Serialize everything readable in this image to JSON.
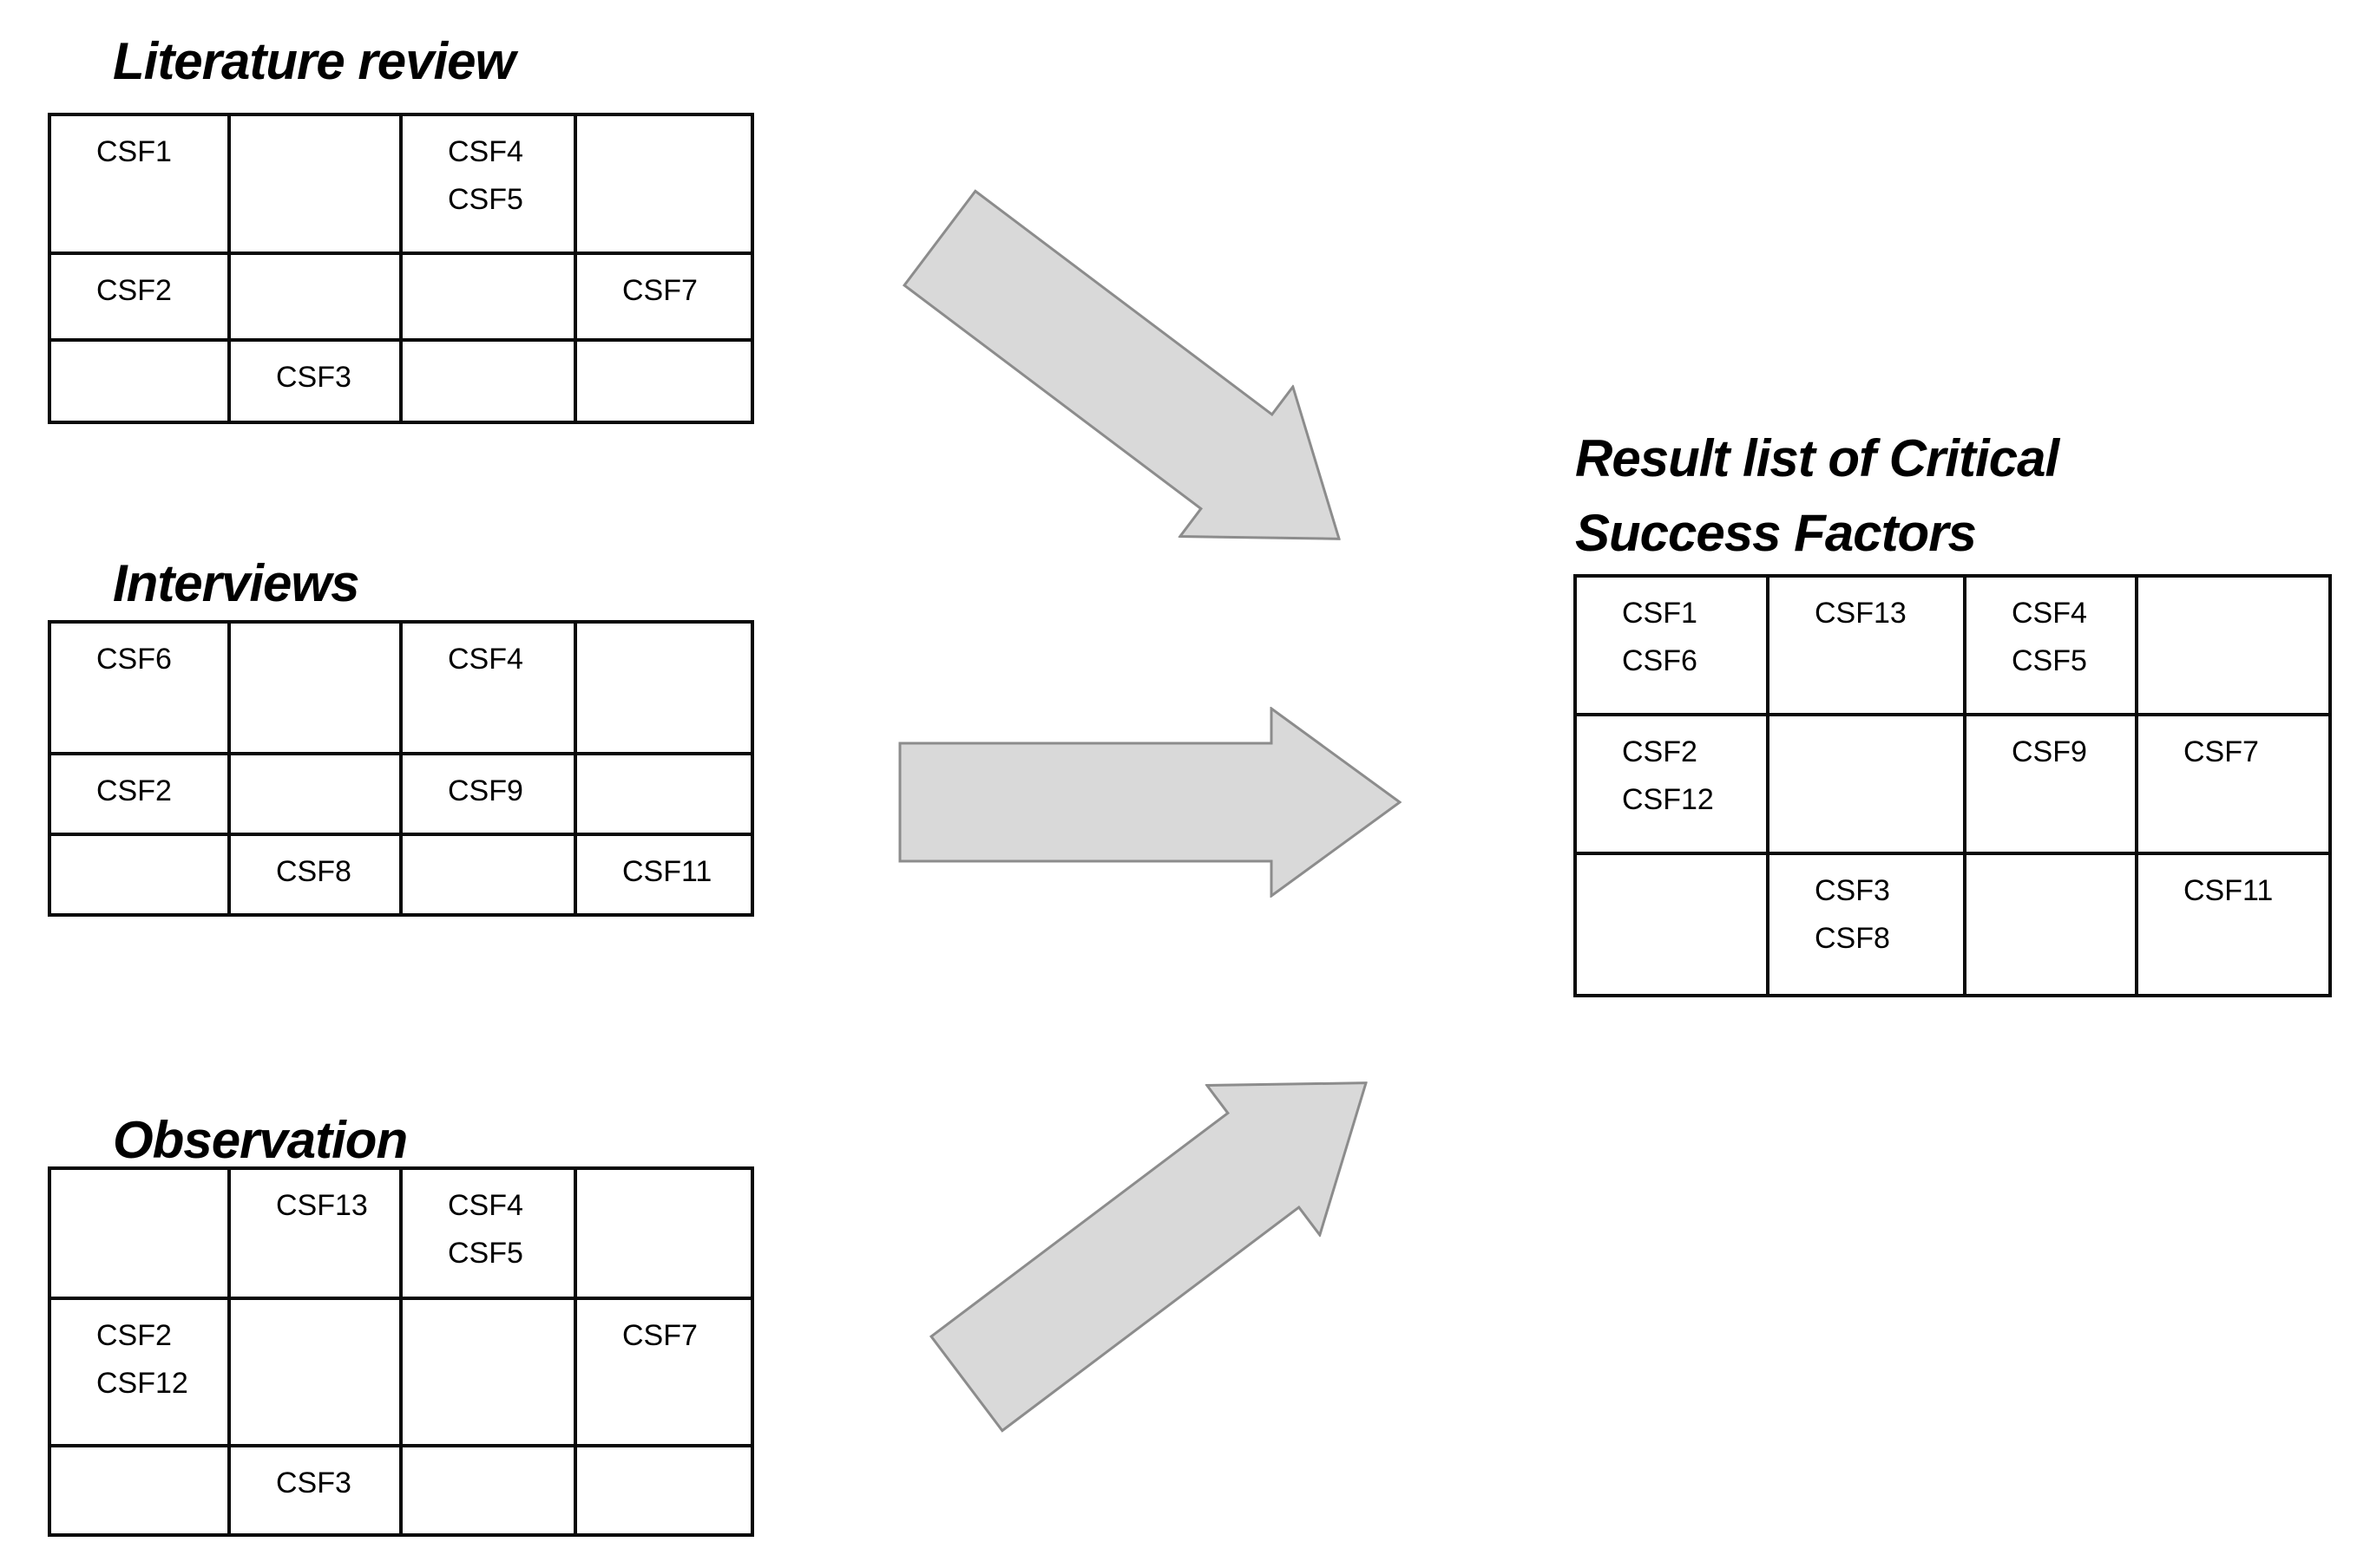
{
  "colors": {
    "background": "#ffffff",
    "table_border": "#0a0a0a",
    "text": "#000000",
    "arrow_fill": "#d9d9d9",
    "arrow_stroke": "#8c8c8c"
  },
  "source_tables": [
    {
      "title": "Literature review",
      "rows": [
        [
          [
            "CSF1"
          ],
          [],
          [
            "CSF4",
            "CSF5"
          ],
          []
        ],
        [
          [
            "CSF2"
          ],
          [],
          [],
          [
            "CSF7"
          ]
        ],
        [
          [],
          [
            "CSF3"
          ],
          [],
          []
        ]
      ]
    },
    {
      "title": "Interviews",
      "rows": [
        [
          [
            "CSF6"
          ],
          [],
          [
            "CSF4"
          ],
          []
        ],
        [
          [
            "CSF2"
          ],
          [],
          [
            "CSF9"
          ],
          []
        ],
        [
          [],
          [
            "CSF8"
          ],
          [],
          [
            "CSF11"
          ]
        ]
      ]
    },
    {
      "title": "Observation",
      "rows": [
        [
          [],
          [
            "CSF13"
          ],
          [
            "CSF4",
            "CSF5"
          ],
          []
        ],
        [
          [
            "CSF2",
            "CSF12"
          ],
          [],
          [],
          [
            "CSF7"
          ]
        ],
        [
          [],
          [
            "CSF3"
          ],
          [],
          []
        ]
      ]
    }
  ],
  "result_table": {
    "title": "Result list of Critical Success Factors",
    "title_lines": [
      "Result list of Critical",
      "Success Factors"
    ],
    "rows": [
      [
        [
          "CSF1",
          "CSF6"
        ],
        [
          "CSF13"
        ],
        [
          "CSF4",
          "CSF5"
        ],
        []
      ],
      [
        [
          "CSF2",
          "CSF12"
        ],
        [],
        [
          "CSF9"
        ],
        [
          "CSF7"
        ]
      ],
      [
        [],
        [
          "CSF3",
          "CSF8"
        ],
        [],
        [
          "CSF11"
        ]
      ]
    ]
  },
  "arrows": [
    {
      "name": "literature-to-result",
      "direction": "down-right"
    },
    {
      "name": "interviews-to-result",
      "direction": "right"
    },
    {
      "name": "observation-to-result",
      "direction": "up-right"
    }
  ]
}
